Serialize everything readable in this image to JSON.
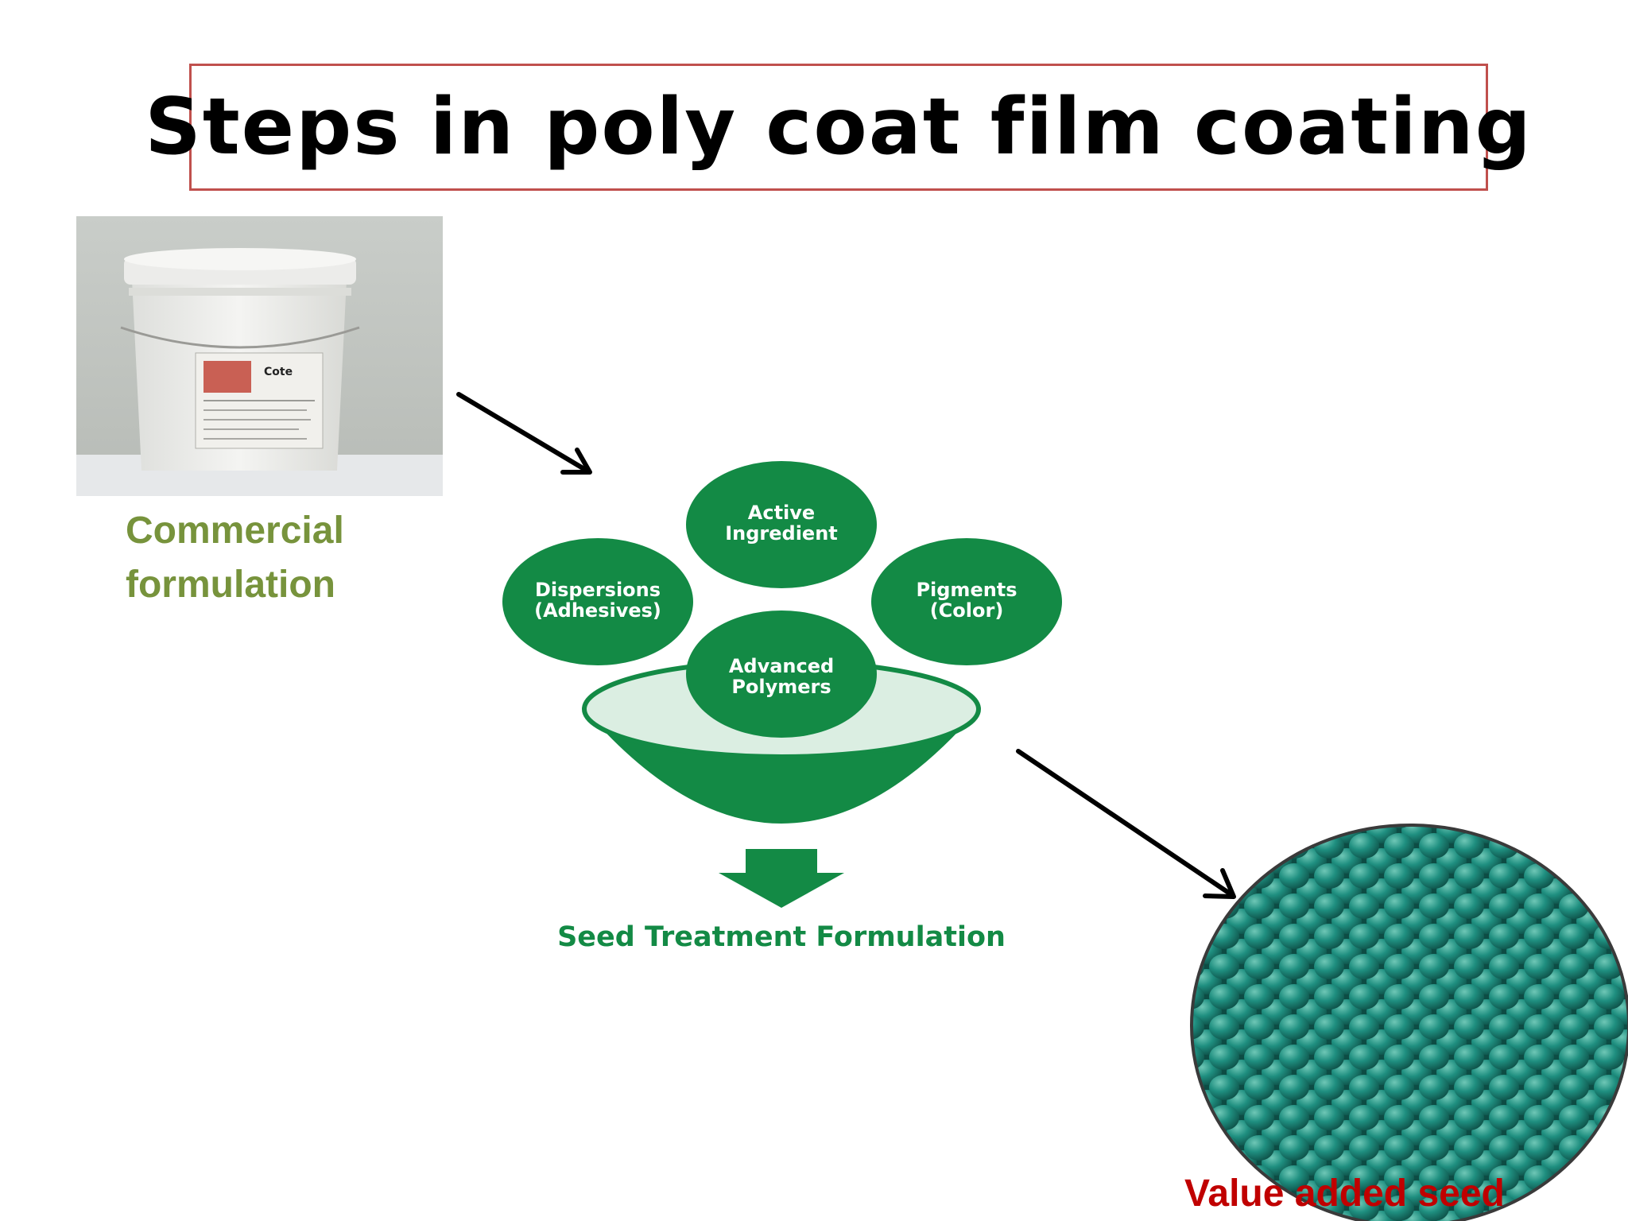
{
  "slide": {
    "title": "Steps in poly coat film coating",
    "commercial_caption": "Commercial formulation",
    "value_caption": "Value added seed",
    "bucket_label": {
      "brand": "Cote"
    }
  },
  "funnel": {
    "circles": {
      "active": {
        "line1": "Active",
        "line2": "Ingredient"
      },
      "dispersions": {
        "line1": "Dispersions",
        "line2": "(Adhesives)"
      },
      "pigments": {
        "line1": "Pigments",
        "line2": "(Color)"
      },
      "polymers": {
        "line1": "Advanced",
        "line2": "Polymers"
      }
    },
    "caption": "Seed Treatment Formulation"
  },
  "colors": {
    "title_border": "#c0504d",
    "commercial_text": "#77933c",
    "value_text": "#c00000",
    "funnel_green": "#138a45",
    "seed_teal": "#1f8f80"
  },
  "icons": {
    "arrow": "arrow-icon",
    "funnel_arrow": "down-arrow-icon"
  }
}
